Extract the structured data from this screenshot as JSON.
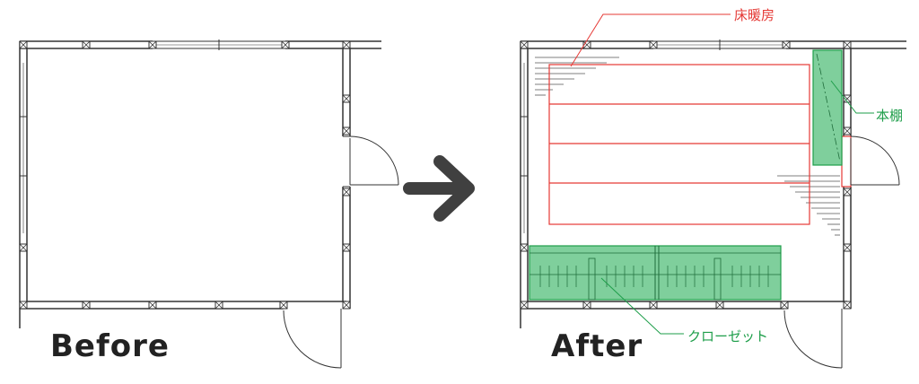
{
  "captions": {
    "before": "Before",
    "after": "After"
  },
  "labels": {
    "floor_heating": "床暖房",
    "bookshelf": "本棚",
    "closet": "クローゼット"
  },
  "colors": {
    "wall": "#333333",
    "floor_heating": "#e53935",
    "furniture_fill": "#7fcf9c",
    "furniture_stroke": "#1e9e4a",
    "arrow": "#404040"
  }
}
